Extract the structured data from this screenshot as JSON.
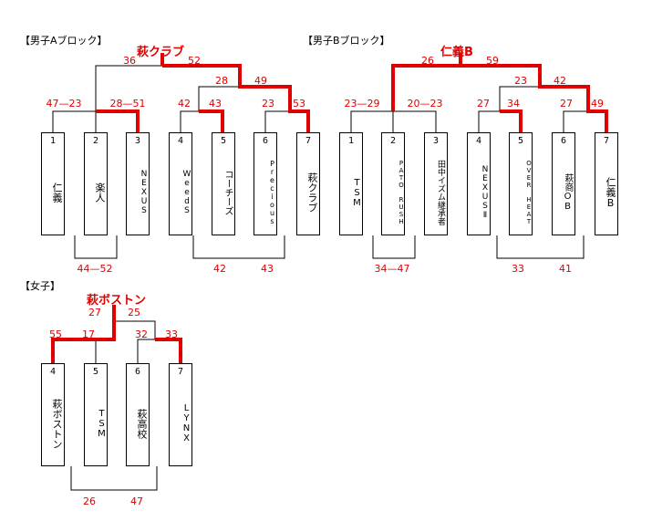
{
  "colors": {
    "line": "#000000",
    "winner": "#e00000",
    "score": "#e00000"
  },
  "sections": {
    "a": {
      "title": "【男子Aブロック】",
      "champion": "萩クラブ",
      "teams": [
        {
          "seed": "1",
          "name": "仁義"
        },
        {
          "seed": "2",
          "name": "楽人"
        },
        {
          "seed": "3",
          "name": "NEXUS"
        },
        {
          "seed": "4",
          "name": "WeedS"
        },
        {
          "seed": "5",
          "name": "コーチーズ"
        },
        {
          "seed": "6",
          "name": "Precious"
        },
        {
          "seed": "7",
          "name": "萩クラブ"
        }
      ],
      "scores": {
        "final_left": "36",
        "final_right": "52",
        "semi_left": "28",
        "semi_right": "49",
        "q1": "47—23",
        "q2": "28—51",
        "q3_left": "42",
        "q3_right": "43",
        "q4_left": "23",
        "q4_right": "53",
        "bottom_left": "44—52",
        "bottom_right_a": "42",
        "bottom_right_b": "43"
      }
    },
    "b": {
      "title": "【男子Bブロック】",
      "champion": "仁義B",
      "teams": [
        {
          "seed": "1",
          "name": "TSM"
        },
        {
          "seed": "2",
          "name": "PATO RUSH"
        },
        {
          "seed": "3",
          "name": "田中イズム継承者"
        },
        {
          "seed": "4",
          "name": "NEXUSⅡ"
        },
        {
          "seed": "5",
          "name": "OVER HEAT"
        },
        {
          "seed": "6",
          "name": "萩商OB"
        },
        {
          "seed": "7",
          "name": "仁義B"
        }
      ],
      "scores": {
        "final_left": "26",
        "final_right": "59",
        "semi_left": "23",
        "semi_right": "42",
        "q1": "23—29",
        "q2": "20—23",
        "q3_left": "27",
        "q3_right": "34",
        "q4_left": "27",
        "q4_right": "49",
        "bottom_left": "34—47",
        "bottom_right_a": "33",
        "bottom_right_b": "41"
      }
    },
    "w": {
      "title": "【女子】",
      "champion": "萩ボストン",
      "teams": [
        {
          "seed": "4",
          "name": "萩ボストン"
        },
        {
          "seed": "5",
          "name": "TSM"
        },
        {
          "seed": "6",
          "name": "萩高校"
        },
        {
          "seed": "7",
          "name": "LYNX"
        }
      ],
      "scores": {
        "final_left": "27",
        "final_right": "25",
        "s1_left": "55",
        "s1_right": "17",
        "s2_left": "32",
        "s2_right": "33",
        "bottom_a": "26",
        "bottom_b": "47"
      }
    }
  }
}
